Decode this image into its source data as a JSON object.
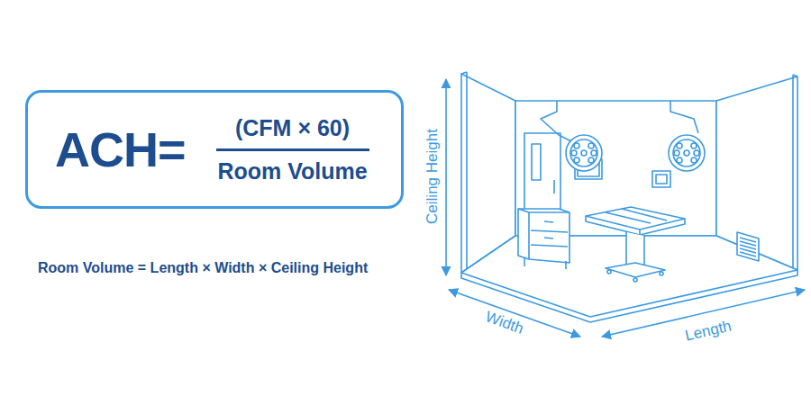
{
  "diagram": {
    "nodes": [
      {
        "text": [
          "ACH=",
          "(CFM × 60)",
          "Room Volume"
        ]
      }
    ],
    "labels": [
      "Room Volume = Length × Width × Ceiling Height",
      "Ceiling Height",
      "Width",
      "Length"
    ]
  }
}
